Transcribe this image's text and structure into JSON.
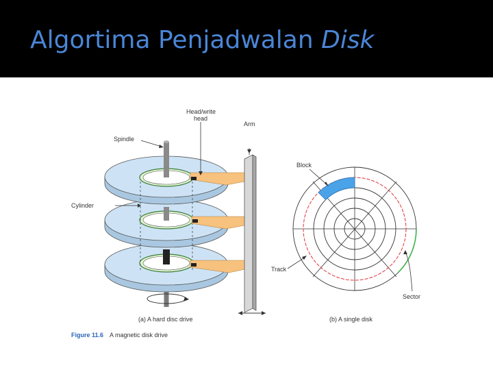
{
  "title": {
    "main": "Algortima Penjadwalan ",
    "emphasis": "Disk"
  },
  "figure": {
    "labels": {
      "head_line1": "Head/write",
      "head_line2": "head",
      "arm": "Arm",
      "spindle": "Spindle",
      "cylinder": "Cylinder",
      "block": "Block",
      "track": "Track",
      "sector": "Sector"
    },
    "caption_a": "(a) A hard disc drive",
    "caption_b": "(b) A single disk",
    "figure_number": "Figure 11.6",
    "figure_caption": "A magnetic disk drive"
  },
  "colors": {
    "title": "#4a86d6",
    "platter": "#cde3f5",
    "hub": "#dff3d0",
    "arm": "#f7c27e",
    "block": "#4aa3e8",
    "track_red": "#e0333a",
    "sector_green": "#3cb34a"
  }
}
